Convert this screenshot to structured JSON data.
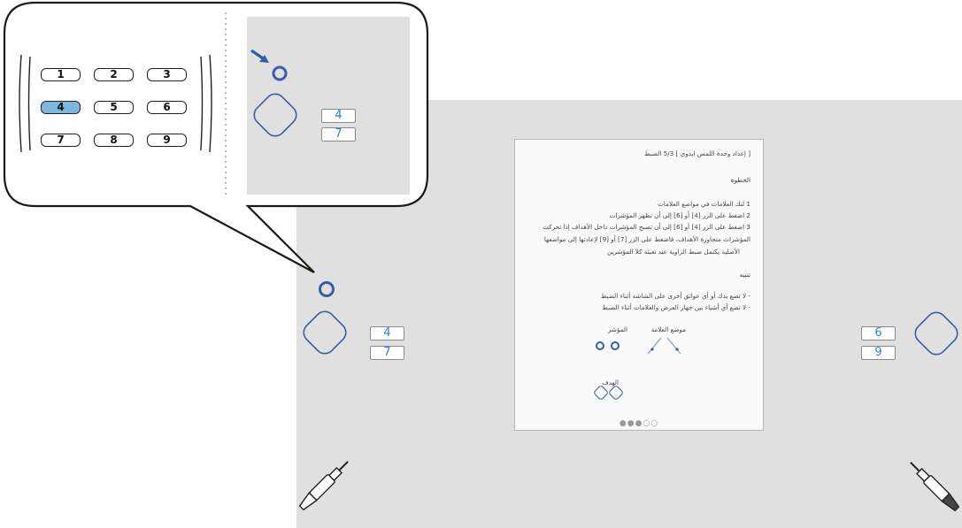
{
  "remote_keys": [
    "1",
    "2",
    "3",
    "4",
    "5",
    "6",
    "7",
    "8",
    "9"
  ],
  "remote_active_key": "4",
  "zoom_keys": [
    "4",
    "7"
  ],
  "left_keys": [
    "4",
    "7"
  ],
  "right_keys": [
    "6",
    "9"
  ],
  "dialog": {
    "title": "[ إعداد وحدة اللمس ايدوي ]  5/3 الضبط",
    "step_heading": "الخطوة",
    "steps": [
      "1  لنك العلامات في مواضع العلامات",
      "2  اضغط على الزر [4] أو [6] إلى أن تظهر المؤشرات",
      "3  اضغط على الزر [4] أو [6] إلى أن تصبح المؤشرات داخل الأهداف إذا تحركت",
      "المؤشرات متجاوزة الأهداف، فاضغط على الزر [7] أو [9] لإعادتها إلى مواضعها",
      "الأصلية يكتمل ضبط الزاوية عند تعبئة كلا المؤشرين"
    ],
    "notice_heading": "تنبيه",
    "notices": [
      "- لا تضع يدك أو أي عوائق أخرى على الشاشة أثناء الضبط",
      "- لا تضع أي أشياء بين جهاز العرض والعلامات أثناء الضبط"
    ],
    "label_pointer": "المؤشر",
    "label_marker_position": "موضع العلامة",
    "label_target": "الهدف",
    "page_dots": "○○●●●"
  }
}
